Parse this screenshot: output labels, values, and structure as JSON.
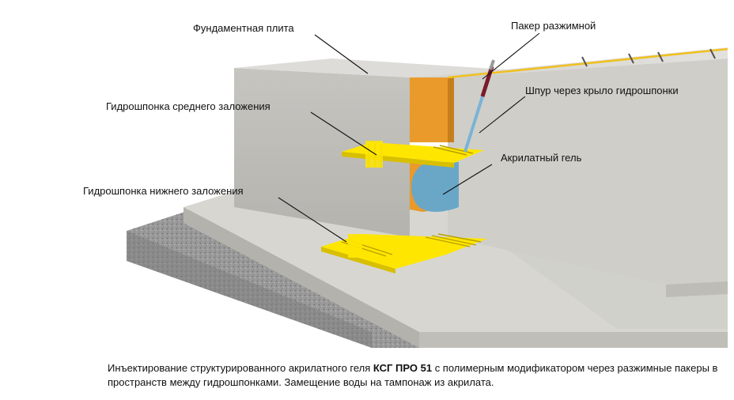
{
  "labels": {
    "foundation_slab": "Фундаментная плита",
    "expansion_packer": "Пакер разжимной",
    "hole_through_waterstop_wing": "Шпур через крыло гидрошпонки",
    "middle_waterstop": "Гидрошпонка среднего заложения",
    "acrylate_gel": "Акрилатный гель",
    "lower_waterstop": "Гидрошпонка нижнего заложения"
  },
  "caption": {
    "part1": "Инъектирование структурированного акрилатного геля ",
    "product": "КСГ ПРО 51",
    "part2": " с полимерным модификатором через разжимные пакеры в пространств между гидрошпонками. Замещение воды на тампонаж из акрилата."
  },
  "colors": {
    "concrete": "#c9c8c3",
    "concrete_dark": "#a9a8a2",
    "gravel": "#8f8f8f",
    "orange_filler": "#e99a2b",
    "waterstop_yellow": "#ffe600",
    "gel_blue": "#6aa7c7",
    "packer_tube": "#7ab3d6"
  }
}
